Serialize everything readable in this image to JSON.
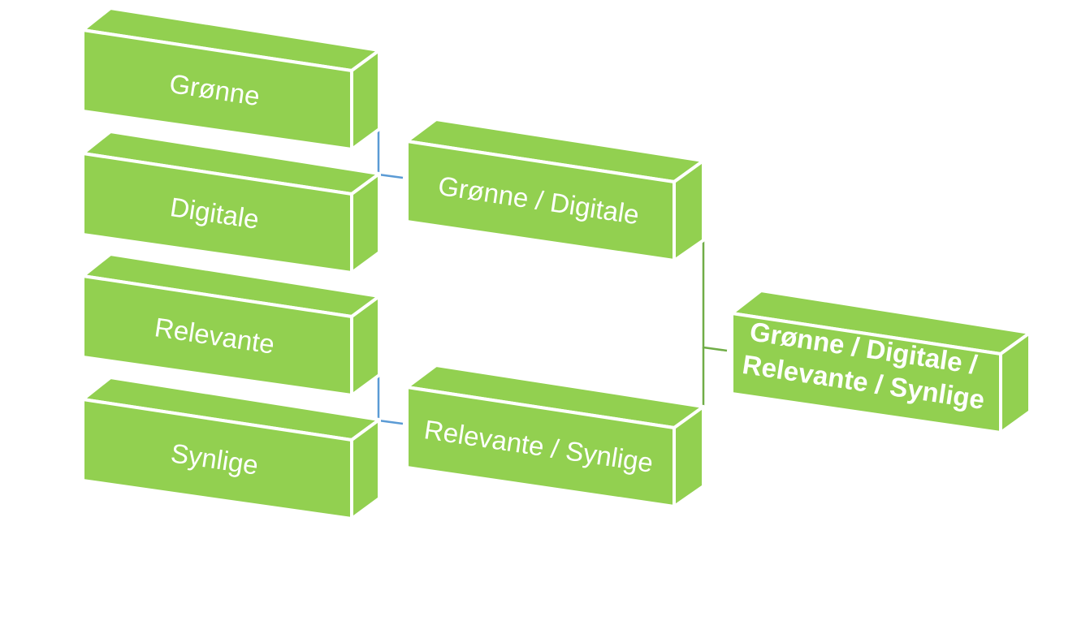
{
  "diagram": {
    "level1": [
      {
        "id": "b1",
        "label": "Grønne"
      },
      {
        "id": "b2",
        "label": "Digitale"
      },
      {
        "id": "b3",
        "label": "Relevante"
      },
      {
        "id": "b4",
        "label": "Synlige"
      }
    ],
    "level2": [
      {
        "id": "m1",
        "label": "Grønne / Digitale"
      },
      {
        "id": "m2",
        "label": "Relevante / Synlige"
      }
    ],
    "level3": {
      "id": "r1",
      "lines": [
        "Grønne / Digitale /",
        "Relevante / Synlige"
      ]
    },
    "colors": {
      "box": "#92d050",
      "edge": "#ffffff",
      "connector_level1": "#5b9bd5",
      "connector_level2": "#70ad47",
      "text": "#ffffff"
    }
  }
}
